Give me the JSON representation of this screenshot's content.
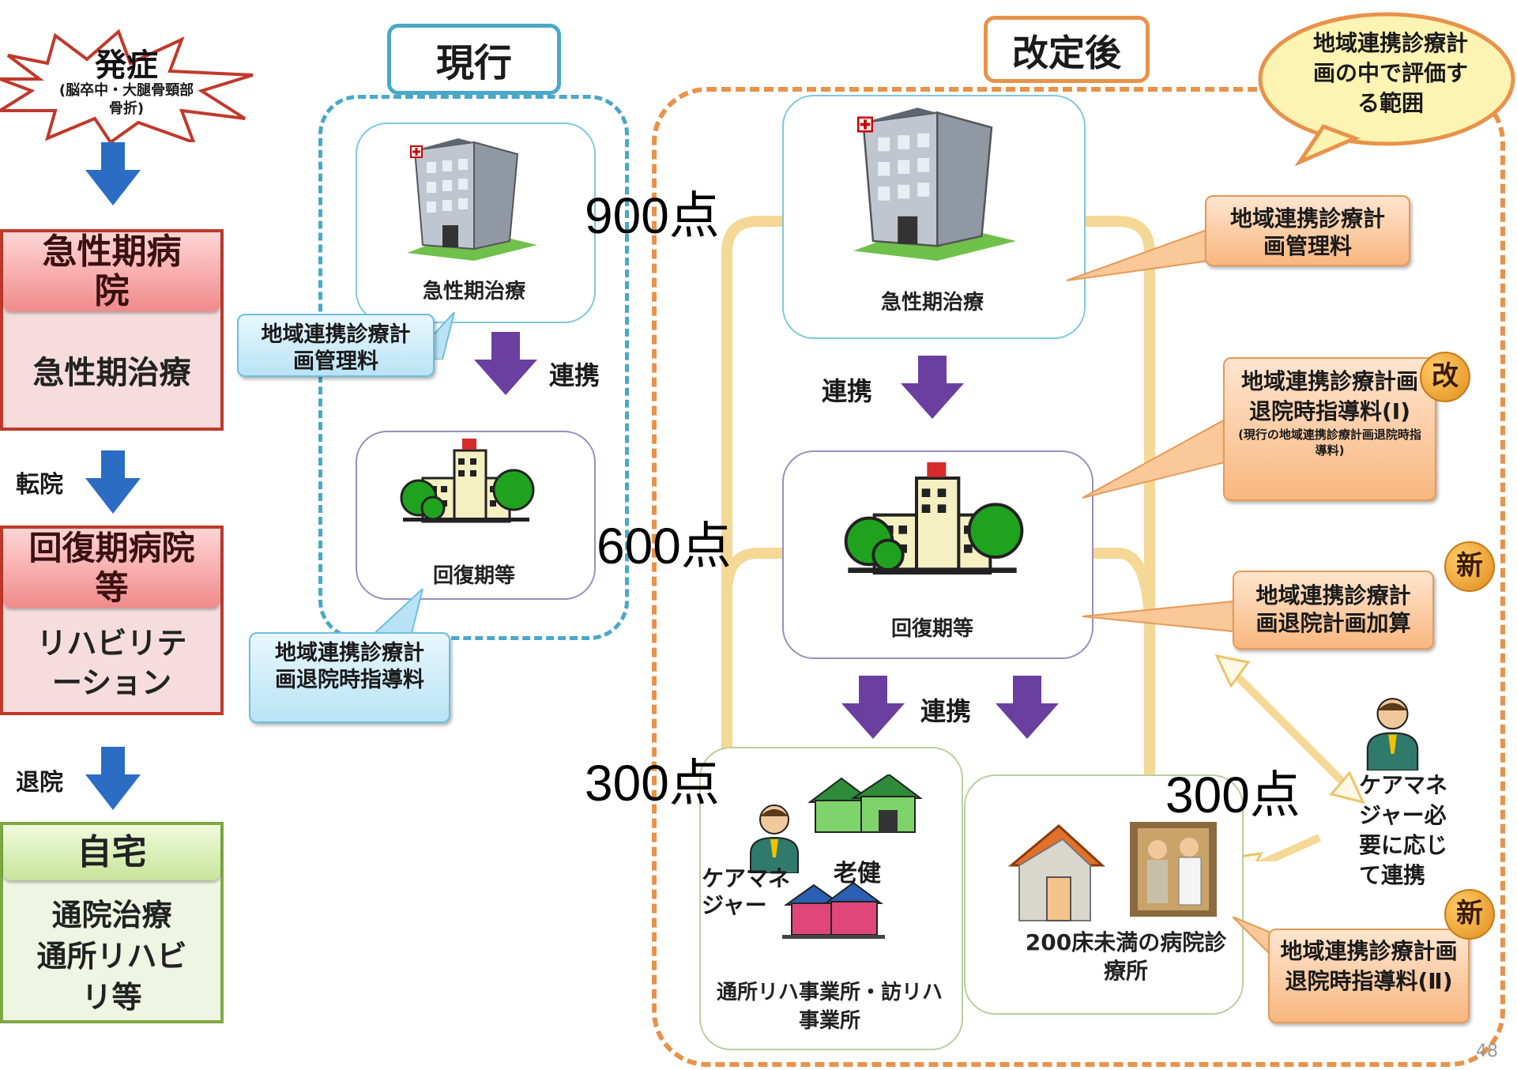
{
  "left_flow": {
    "onset": {
      "title": "発症",
      "sub": "(脳卒中・大腿骨頸部骨折)"
    },
    "acute": {
      "head": "急性期病院",
      "body": "急性期治療"
    },
    "transfer_label": "転院",
    "recovery": {
      "head": "回復期病院等",
      "body": "リハビリテーション"
    },
    "discharge_label": "退院",
    "home": {
      "head": "自宅",
      "body": "通院治療 通所リハビリ等"
    }
  },
  "current": {
    "title": "現行",
    "acute_label": "急性期治療",
    "renkei": "連携",
    "recovery_label": "回復期等",
    "callout_mgmt": "地域連携診療計画管理料",
    "callout_discharge": "地域連携診療計画退院時指導料"
  },
  "revised": {
    "title": "改定後",
    "scope_bubble": "地域連携診療計画の中で評価する範囲",
    "acute_label": "急性期治療",
    "renkei_1": "連携",
    "recovery_label": "回復期等",
    "renkei_2": "連携",
    "care_manager_label": "ケアマネジャー",
    "roken_label": "老健",
    "facility_label": "通所リハ事業所・訪リハ事業所",
    "clinic_label": "200床未満の病院診療所",
    "care_manager_right": "ケアマネジャー必要に応じて連携",
    "callout_mgmt": "地域連携診療計画管理料",
    "callout_discharge1_main": "地域連携診療計画退院時指導料(Ⅰ)",
    "callout_discharge1_sub": "(現行の地域連携診療計画退院時指導料)",
    "callout_plan_add": "地域連携診療計画退院計画加算",
    "callout_discharge2": "地域連携診療計画退院時指導料(Ⅱ)",
    "badge_revised": "改",
    "badge_new_1": "新",
    "badge_new_2": "新"
  },
  "points": {
    "p900": "900点",
    "p600": "600点",
    "p300_left": "300点",
    "p300_right": "300点"
  },
  "page_number": "48",
  "colors": {
    "acute_red": "#c0392b",
    "home_green": "#7fa843",
    "current_blue": "#4aa8c8",
    "revised_orange": "#e8924a",
    "arrow_blue": "#2b6cc4",
    "arrow_purple": "#6b3fa0"
  }
}
